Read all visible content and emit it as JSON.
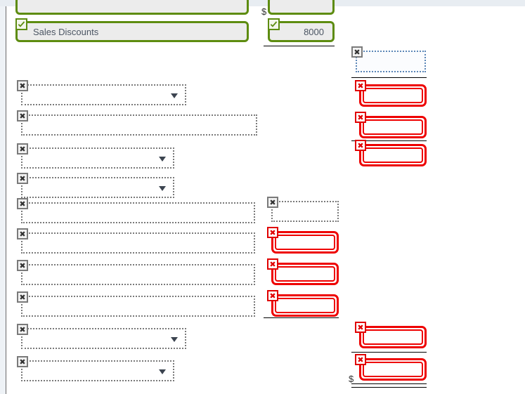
{
  "page": {
    "title": "Accounting Worksheet — Graded Entry Form",
    "colors": {
      "graded_correct": "#5d8c10",
      "graded_incorrect": "#ee0000",
      "ungraded_border": "#7a7a7a",
      "focus_border": "#5b86b7",
      "field_fill": "#ececec",
      "header_strip": "#e8edf2"
    }
  },
  "header": {
    "strip_label": ""
  },
  "icons": {
    "check": "check-icon",
    "cross": "cross-icon",
    "caret_down": "chevron-down-icon"
  },
  "rows": {
    "partial_top": {
      "name_value": "",
      "amount_value": "",
      "currency_symbol": "$",
      "status": "correct"
    },
    "sales_discounts": {
      "name_value": "Sales Discounts",
      "amount_value": "8000",
      "status": "correct",
      "badge_icon": "check-icon"
    }
  },
  "left_column": [
    {
      "id": "lc-1",
      "type": "select",
      "value": "",
      "status": "ungraded",
      "badge_icon": "cross-icon"
    },
    {
      "id": "lc-2",
      "type": "text",
      "value": "",
      "status": "ungraded",
      "badge_icon": "cross-icon"
    },
    {
      "id": "lc-3",
      "type": "select",
      "value": "",
      "status": "ungraded",
      "badge_icon": "cross-icon"
    },
    {
      "id": "lc-4",
      "type": "select",
      "value": "",
      "status": "ungraded",
      "badge_icon": "cross-icon"
    },
    {
      "id": "lc-5",
      "type": "text",
      "value": "",
      "status": "ungraded",
      "badge_icon": "cross-icon"
    },
    {
      "id": "lc-6",
      "type": "text",
      "value": "",
      "status": "ungraded",
      "badge_icon": "cross-icon"
    },
    {
      "id": "lc-7",
      "type": "text",
      "value": "",
      "status": "ungraded",
      "badge_icon": "cross-icon"
    },
    {
      "id": "lc-8",
      "type": "text",
      "value": "",
      "status": "ungraded",
      "badge_icon": "cross-icon"
    },
    {
      "id": "lc-9",
      "type": "select",
      "value": "",
      "status": "ungraded",
      "badge_icon": "cross-icon"
    },
    {
      "id": "lc-10",
      "type": "select",
      "value": "",
      "status": "ungraded",
      "badge_icon": "cross-icon"
    }
  ],
  "middle_column": [
    {
      "id": "mc-1",
      "type": "amount",
      "value": "",
      "status": "ungraded",
      "badge_icon": "cross-icon"
    },
    {
      "id": "mc-2",
      "type": "amount",
      "value": "",
      "status": "incorrect",
      "badge_icon": "cross-icon"
    },
    {
      "id": "mc-3",
      "type": "amount",
      "value": "",
      "status": "incorrect",
      "badge_icon": "cross-icon"
    },
    {
      "id": "mc-4",
      "type": "amount",
      "value": "",
      "status": "incorrect",
      "badge_icon": "cross-icon"
    }
  ],
  "right_column": [
    {
      "id": "rc-1",
      "type": "amount",
      "value": "",
      "status": "focused",
      "badge_icon": "cross-icon"
    },
    {
      "id": "rc-2",
      "type": "amount",
      "value": "",
      "status": "incorrect",
      "badge_icon": "cross-icon"
    },
    {
      "id": "rc-3",
      "type": "amount",
      "value": "",
      "status": "incorrect",
      "badge_icon": "cross-icon"
    },
    {
      "id": "rc-4",
      "type": "amount",
      "value": "",
      "status": "incorrect",
      "badge_icon": "cross-icon"
    },
    {
      "id": "rc-5",
      "type": "amount",
      "value": "",
      "status": "incorrect",
      "badge_icon": "cross-icon"
    },
    {
      "id": "rc-6",
      "type": "amount",
      "value": "",
      "status": "incorrect",
      "badge_icon": "cross-icon",
      "currency_symbol": "$"
    }
  ],
  "currency": {
    "symbol": "$"
  },
  "totals": {
    "final_symbol": "$",
    "final_value": ""
  }
}
